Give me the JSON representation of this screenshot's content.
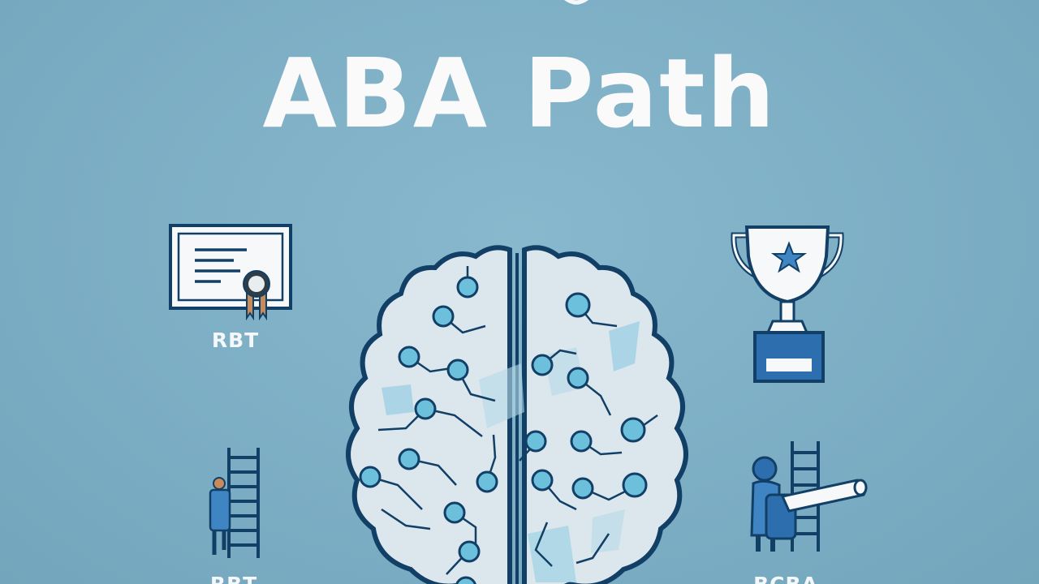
{
  "title": "ABA Path",
  "labels": {
    "certificate": "RBT",
    "bottom_left": "RBT",
    "bottom_right": "BCBA"
  },
  "icons": {
    "certificate": "certificate-icon",
    "trophy": "trophy-icon",
    "brain": "brain-circuit-icon",
    "ladder_left": "person-climbing-ladder-icon",
    "ladder_right": "person-with-diploma-ladder-icon",
    "top_partial": "partial-icon"
  },
  "colors": {
    "background": "#7fb0c6",
    "title": "#fafafa",
    "outline": "#123f66",
    "brain_fill": "#dde7ee",
    "node": "#6cc0dc",
    "accent": "#3f85c4"
  }
}
